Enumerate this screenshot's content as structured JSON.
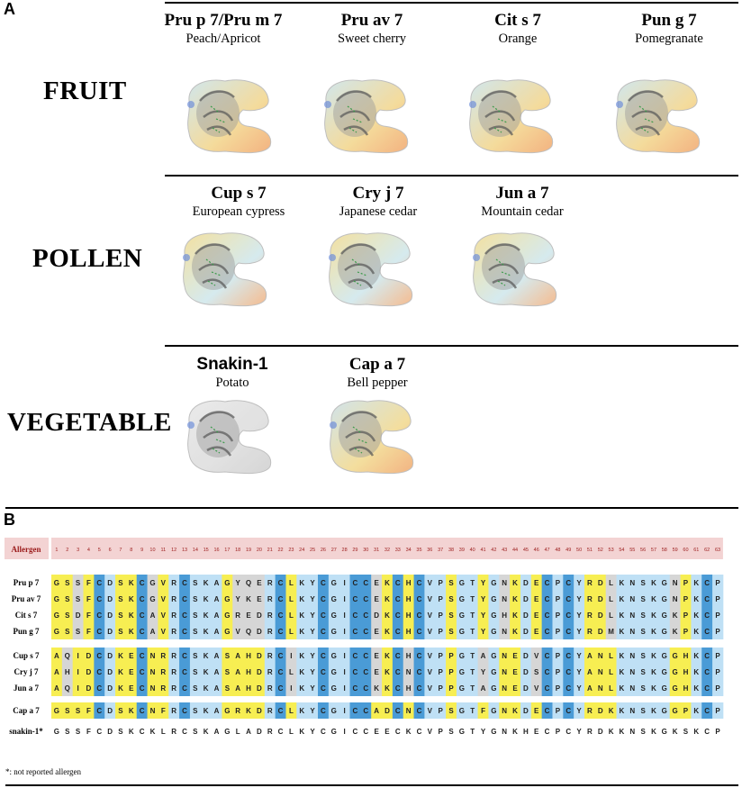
{
  "panels": {
    "a_label": "A",
    "b_label": "B"
  },
  "categories": [
    {
      "label": "FRUIT"
    },
    {
      "label": "POLLEN"
    },
    {
      "label": "VEGETABLE"
    }
  ],
  "allergens_fruit": [
    {
      "name": "Pru p 7/Pru m 7",
      "source": "Peach/Apricot"
    },
    {
      "name": "Pru av 7",
      "source": "Sweet cherry"
    },
    {
      "name": "Cit s 7",
      "source": "Orange"
    },
    {
      "name": "Pun g 7",
      "source": "Pomegranate"
    }
  ],
  "allergens_pollen": [
    {
      "name": "Cup s 7",
      "source": "European cypress"
    },
    {
      "name": "Cry j 7",
      "source": "Japanese cedar"
    },
    {
      "name": "Jun a 7",
      "source": "Mountain cedar"
    }
  ],
  "allergens_vegetable": [
    {
      "name": "Snakin-1",
      "source": "Potato"
    },
    {
      "name": "Cap a 7",
      "source": "Bell pepper"
    }
  ],
  "alignment": {
    "header_label": "Allergen",
    "positions": 63,
    "rows": [
      {
        "name": "Pru p 7",
        "seq": "GSSFCDSKCGVRCSKAGYQERCLKYCGICCEKCHCVPSGTYGNKDECPCYRDLKNSKGNPKCP"
      },
      {
        "name": "Pru av 7",
        "seq": "GSSFCDSKCGVRCSKAGYKERCLKYCGICCEKCHCVPSGTYGNKDECPCYRDLKNSKGNPKCP"
      },
      {
        "name": "Cit s 7",
        "seq": "GSDFCDSKCAVRCSKAGREDRCLKYCGICCDKCHCVPSGTYGHKDECPCYRDLKNSKGKPKCP"
      },
      {
        "name": "Pun g 7",
        "seq": "GSSFCDSKCAVRCSKAGVQDRCLKYCGICCEKCHCVPSGTYGNKDECPCYRDMKNSKGKPKCP"
      },
      {
        "name": "Cup s 7",
        "seq": "AQIDCDKECNRRCSKASAHDRCIKYCGICCEKCHCVPPGTAGNEDVCPCYANLKNSKGGHKCP"
      },
      {
        "name": "Cry j 7",
        "seq": "AHIDCDKECNRRCSKASAHDRCLKYCGICCEKCNCVPPGTYGNEDSCPCYANLKNSKGGHKCP"
      },
      {
        "name": "Jun a 7",
        "seq": "AQIDCDKECNRRCSKASAHDRCIKYCGICCKKCHCVPPGTAGNEDVCPCYANLKNSKGGHKCP"
      },
      {
        "name": "Cap a 7",
        "seq": "GSSFCDSKCNFRCSKAGRKDRCLKYCGICCADCNCVPSGTFGNKDECPCYRDKKNSKGGPKCP"
      },
      {
        "name": "snakin-1*",
        "seq": "GSSFCDSKCKLRCSKAGLADRCLKYCGICCEECKCVPSGTYGNKHECPCYRDKKNSKGKSKCP"
      }
    ],
    "footnote": "*: not reported allergen"
  }
}
